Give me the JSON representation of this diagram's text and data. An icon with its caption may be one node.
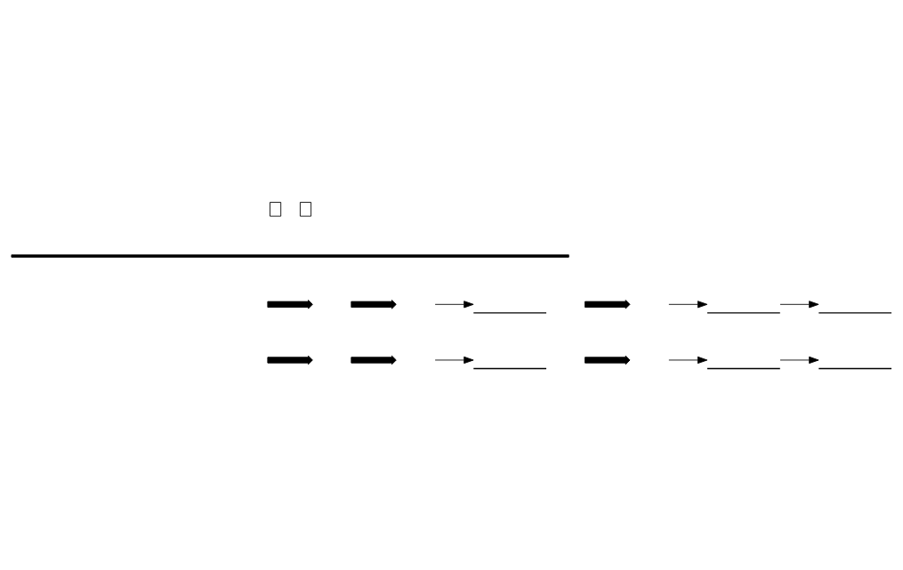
{
  "diagram": {
    "nodes": [
      {
        "text": [],
        "shape": "box"
      },
      {
        "text": [],
        "shape": "box"
      },
      {
        "text": [],
        "shape": "arrow"
      },
      {
        "text": [],
        "shape": "arrow"
      },
      {
        "text": [],
        "shape": "line"
      },
      {
        "text": [],
        "shape": "arrow"
      },
      {
        "text": [],
        "shape": "line"
      },
      {
        "text": [],
        "shape": "line"
      },
      {
        "text": [],
        "shape": "arrow"
      },
      {
        "text": [],
        "shape": "arrow"
      },
      {
        "text": [],
        "shape": "line"
      },
      {
        "text": [],
        "shape": "arrow"
      },
      {
        "text": [],
        "shape": "line"
      },
      {
        "text": [],
        "shape": "line"
      }
    ],
    "edges": [
      {
        "from": null,
        "to": 4,
        "arrow": "to"
      },
      {
        "from": null,
        "to": 6,
        "arrow": "to"
      },
      {
        "from": 6,
        "to": 7,
        "arrow": "to"
      },
      {
        "from": null,
        "to": 10,
        "arrow": "to"
      },
      {
        "from": null,
        "to": 12,
        "arrow": "to"
      },
      {
        "from": 12,
        "to": 13,
        "arrow": "to"
      }
    ]
  }
}
